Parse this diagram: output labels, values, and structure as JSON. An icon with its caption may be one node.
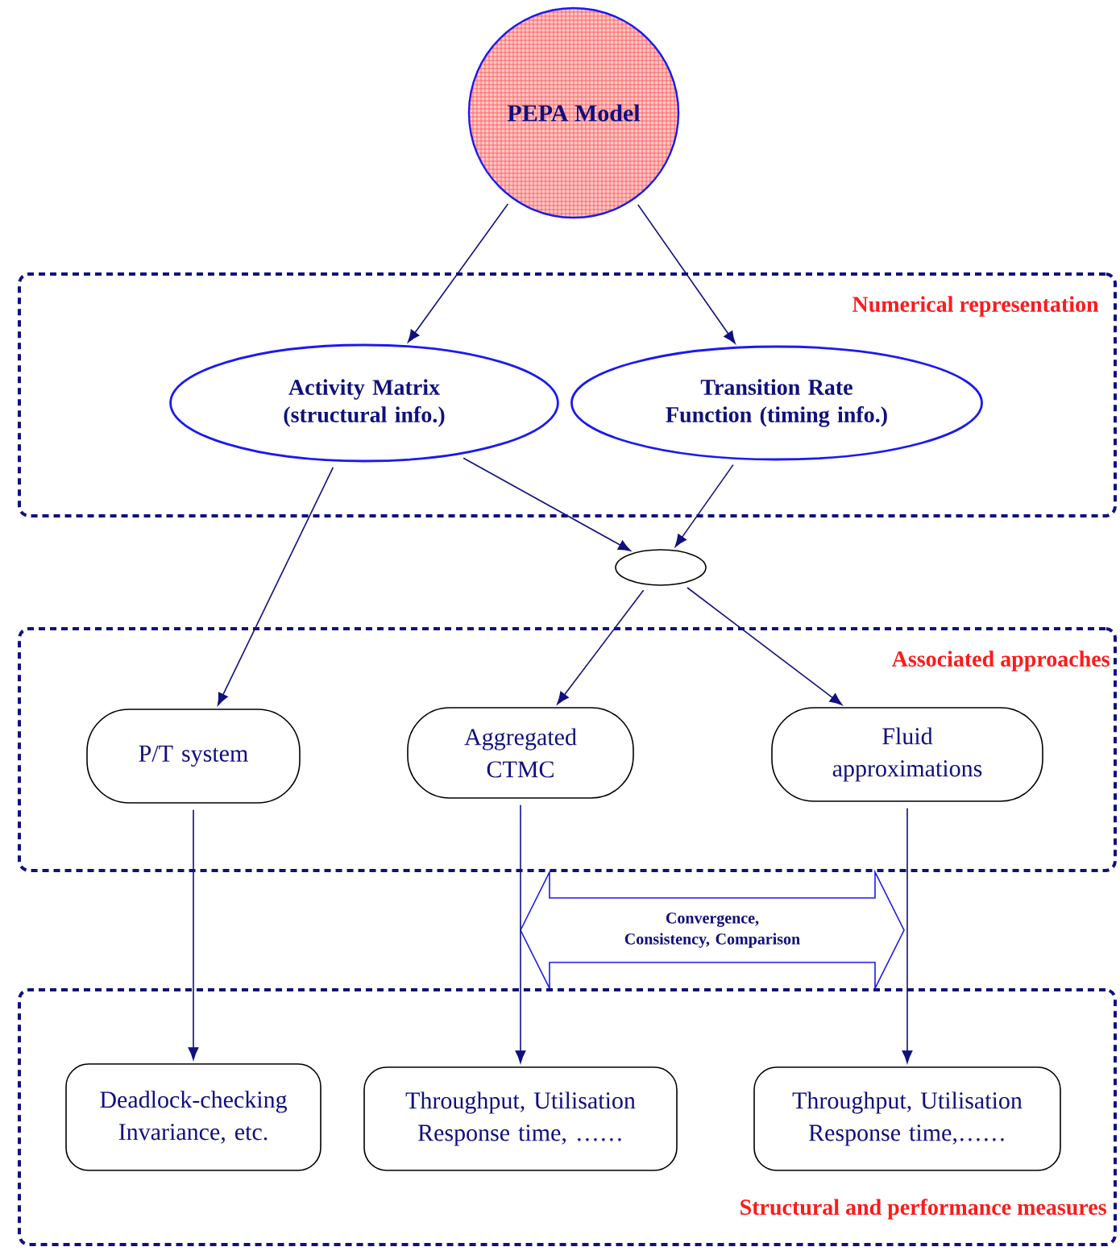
{
  "diagram": {
    "nodes": [
      {
        "text": [
          "PEPA Model"
        ]
      },
      {
        "text": [
          "Numerical representation"
        ]
      },
      {
        "text": [
          "Activity Matrix (structural info.)"
        ],
        "in": 1
      },
      {
        "text": [
          "Transition Rate Function (timing info.)"
        ],
        "in": 1
      },
      {
        "text": [],
        "shape": "ellipse"
      },
      {
        "text": [
          "Associated approaches"
        ]
      },
      {
        "text": [
          "P/T system"
        ],
        "in": 5
      },
      {
        "text": [
          "Aggregated CTMC"
        ],
        "in": 5
      },
      {
        "text": [
          "Fluid approximations"
        ],
        "in": 5
      },
      {
        "text": [
          "Convergence, Consistency, Comparison"
        ]
      },
      {
        "text": [
          "Structural and performance measures"
        ]
      },
      {
        "text": [
          "Deadlock-checking Invariance, etc."
        ],
        "in": 10
      },
      {
        "text": [
          "Throughput, Utilisation Response time, ……"
        ],
        "in": 10
      },
      {
        "text": [
          "Throughput, Utilisation Response time,……"
        ],
        "in": 10
      }
    ],
    "edges": [
      {
        "from": 0,
        "to": 2,
        "arrow": "to"
      },
      {
        "from": 0,
        "to": 3,
        "arrow": "to"
      },
      {
        "from": 2,
        "to": 6,
        "arrow": "to"
      },
      {
        "from": 2,
        "to": 4,
        "arrow": "to"
      },
      {
        "from": 3,
        "to": 4,
        "arrow": "to"
      },
      {
        "from": 4,
        "to": 7,
        "arrow": "to"
      },
      {
        "from": 4,
        "to": 8,
        "arrow": "to"
      },
      {
        "from": 6,
        "to": 11,
        "arrow": "to"
      },
      {
        "from": 7,
        "to": 12,
        "arrow": "to"
      },
      {
        "from": 8,
        "to": 13,
        "arrow": "to"
      }
    ]
  }
}
